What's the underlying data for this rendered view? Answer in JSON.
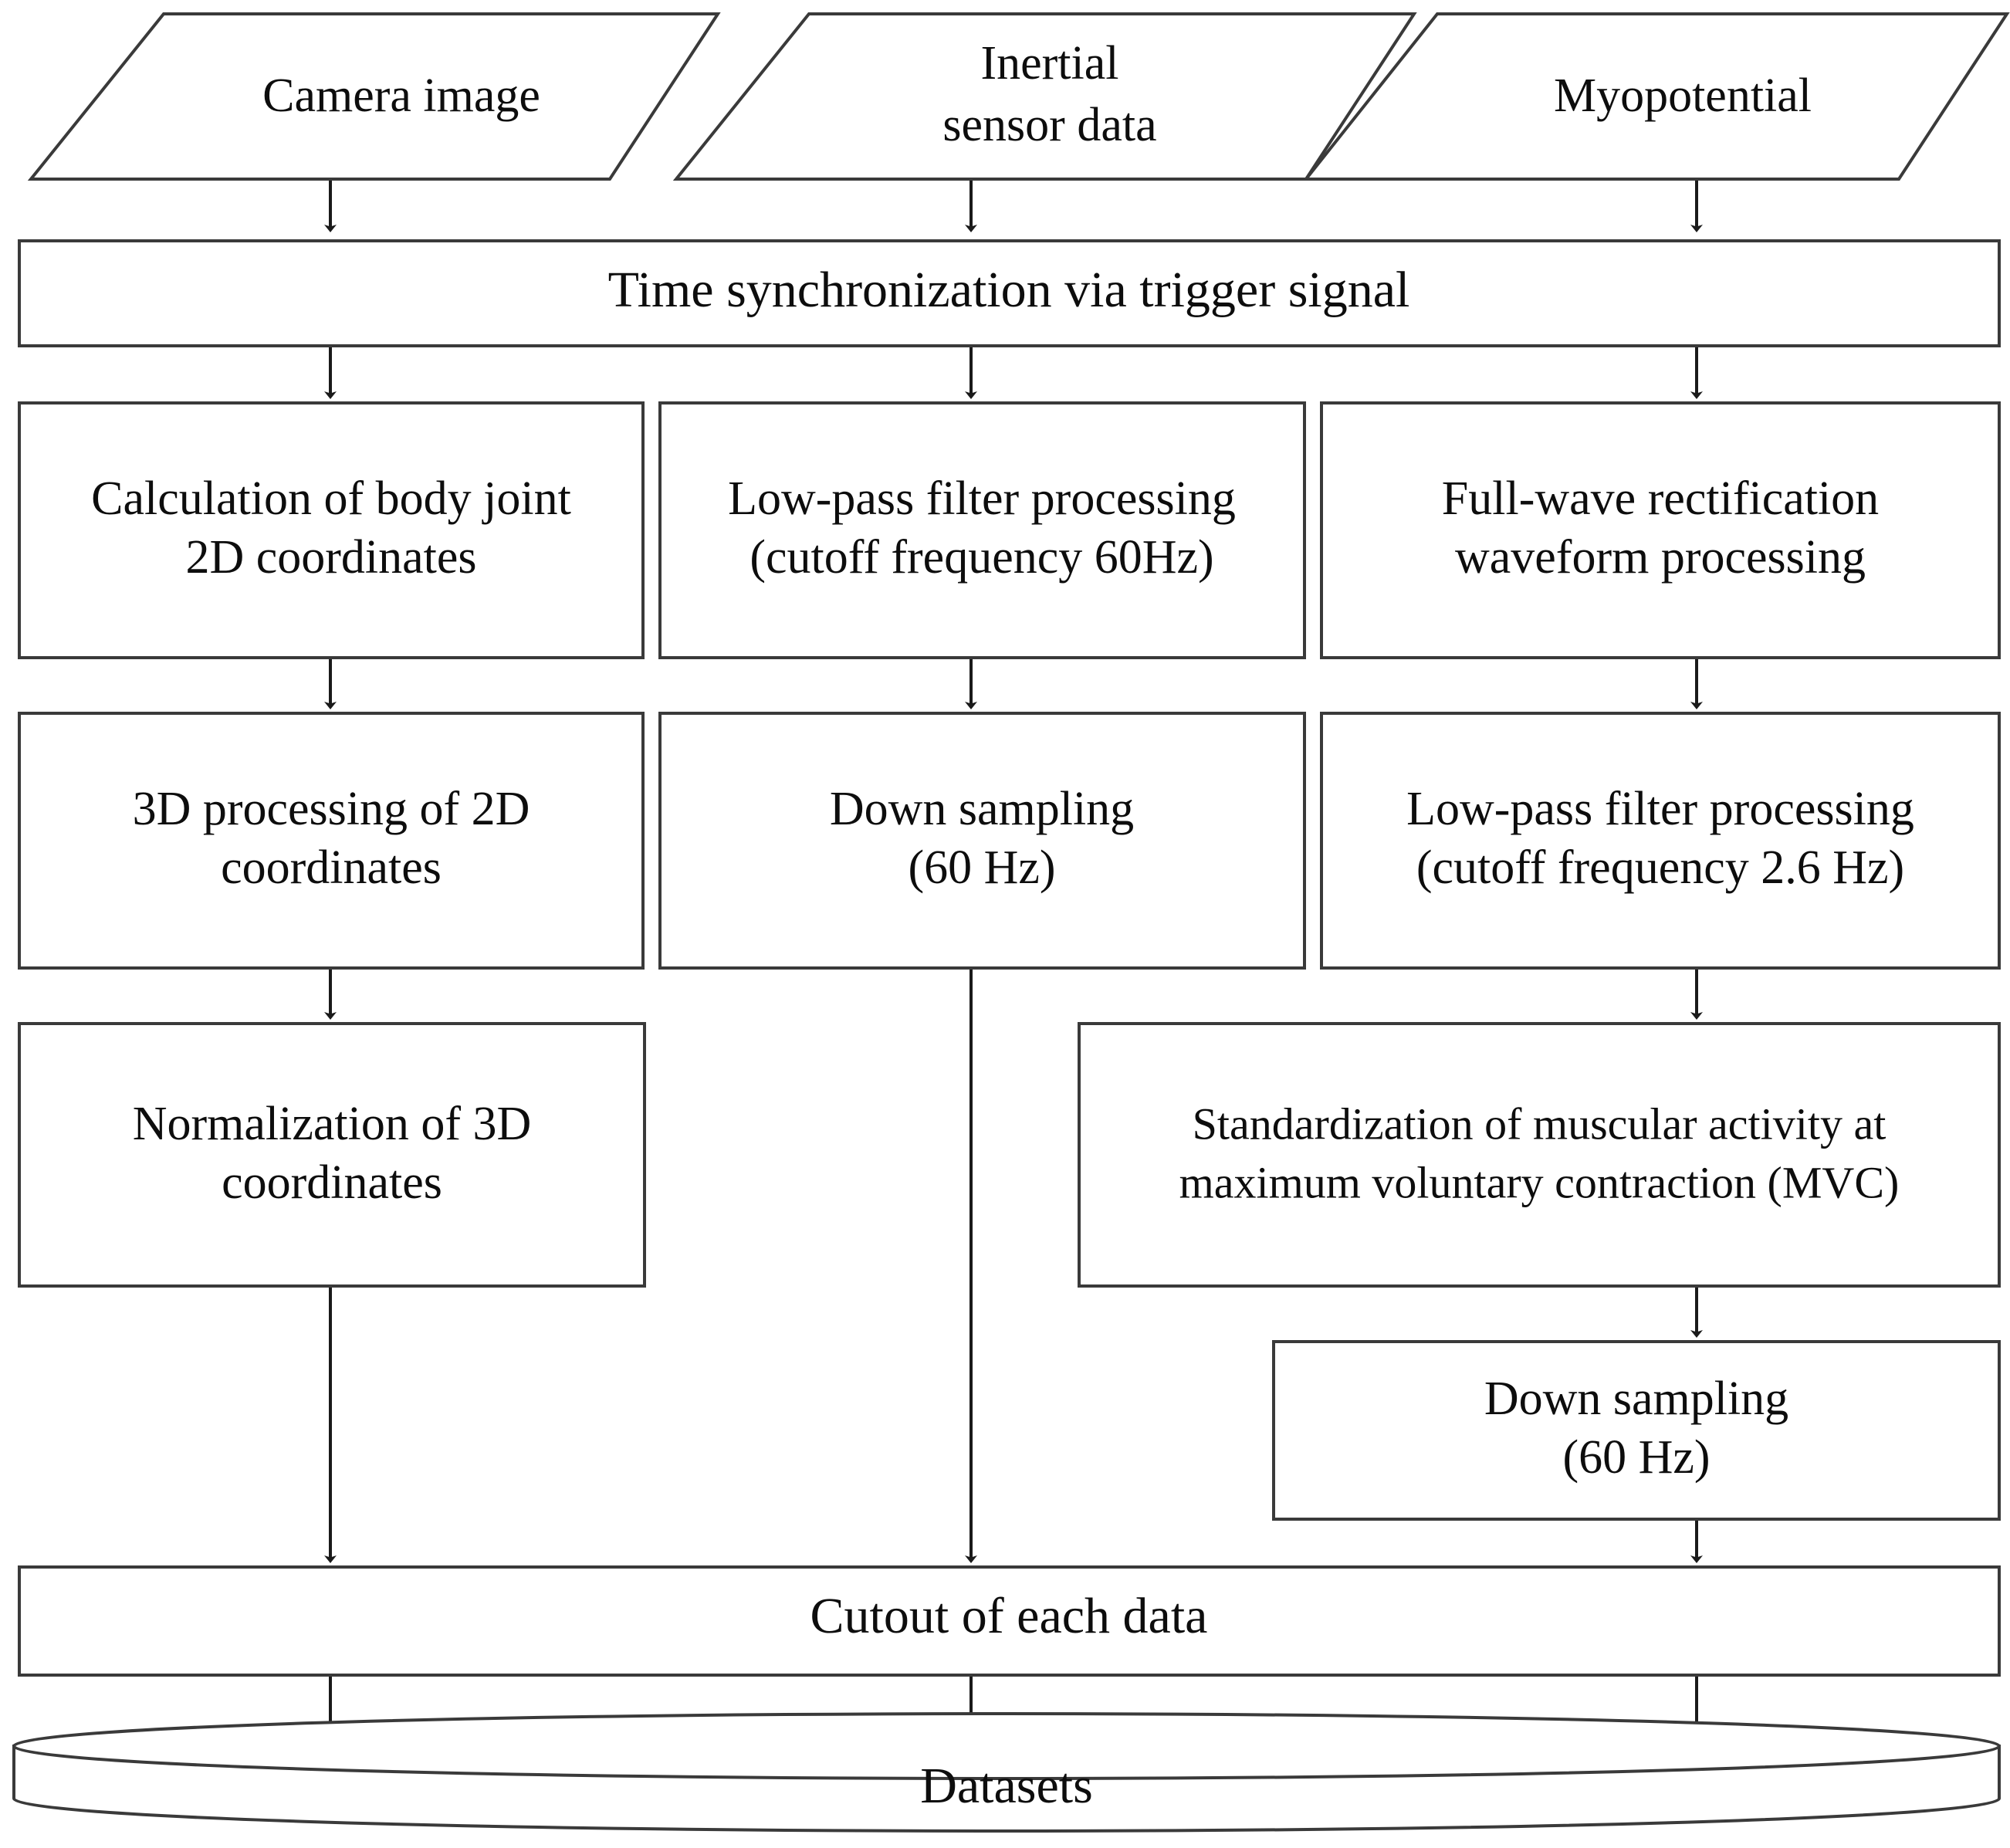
{
  "diagram": {
    "title": "Data acquisition and preprocessing flowchart",
    "colors": {
      "stroke": "#3a3a3a",
      "text": "#0d0d0d",
      "background": "#ffffff",
      "connector": "#1a1a1a"
    },
    "inputs": [
      {
        "id": "camera-image",
        "label": "Camera image",
        "lines": [
          "Camera image"
        ]
      },
      {
        "id": "inertial-sensor-data",
        "label": "Inertial sensor data",
        "lines": [
          "Inertial",
          "sensor data"
        ]
      },
      {
        "id": "myopotential",
        "label": "Myopotential",
        "lines": [
          "Myopotential"
        ]
      }
    ],
    "sync": {
      "id": "time-synchronization",
      "label": "Time synchronization via trigger signal"
    },
    "pipelines": [
      {
        "id": "camera-pipeline",
        "source": "Camera image",
        "steps": [
          {
            "id": "calculation-body-joint-2d",
            "lines": [
              "Calculation of body joint",
              "2D coordinates"
            ]
          },
          {
            "id": "3d-processing-2d",
            "lines": [
              "3D processing of 2D",
              "coordinates"
            ]
          },
          {
            "id": "normalization-3d",
            "lines": [
              "Normalization of 3D",
              "coordinates"
            ]
          }
        ]
      },
      {
        "id": "inertial-pipeline",
        "source": "Inertial sensor data",
        "steps": [
          {
            "id": "low-pass-filter-60hz",
            "lines": [
              "Low-pass filter processing",
              "(cutoff frequency 60Hz)"
            ]
          },
          {
            "id": "down-sampling-60hz-inertial",
            "lines": [
              "Down sampling",
              "(60 Hz)"
            ]
          }
        ]
      },
      {
        "id": "myopotential-pipeline",
        "source": "Myopotential",
        "steps": [
          {
            "id": "full-wave-rectification",
            "lines": [
              "Full-wave rectification",
              "waveform processing"
            ]
          },
          {
            "id": "low-pass-filter-2-6hz",
            "lines": [
              "Low-pass filter processing",
              "(cutoff frequency 2.6 Hz)"
            ]
          },
          {
            "id": "standardization-mvc",
            "lines": [
              "Standardization of muscular activity at",
              "maximum voluntary contraction (MVC)"
            ]
          },
          {
            "id": "down-sampling-60hz-myo",
            "lines": [
              "Down sampling",
              "(60 Hz)"
            ]
          }
        ]
      }
    ],
    "cutout": {
      "id": "cutout-each-data",
      "label": "Cutout of each data"
    },
    "datasets": {
      "id": "datasets",
      "label": "Datasets"
    },
    "text": {
      "camera_image": "Camera image",
      "inertial_line1": "Inertial",
      "inertial_line2": "sensor data",
      "myopotential": "Myopotential",
      "time_sync": "Time synchronization via trigger signal",
      "calc_line1": "Calculation of body joint",
      "calc_line2": "2D coordinates",
      "lpf60_line1": "Low-pass filter processing",
      "lpf60_line2": "(cutoff frequency 60Hz)",
      "fullwave_line1": "Full-wave rectification",
      "fullwave_line2": "waveform processing",
      "proc3d_line1": "3D processing of 2D",
      "proc3d_line2": "coordinates",
      "downsamp1_line1": "Down sampling",
      "downsamp1_line2": "(60 Hz)",
      "lpf26_line1": "Low-pass filter processing",
      "lpf26_line2": "(cutoff frequency 2.6 Hz)",
      "norm3d_line1": "Normalization of 3D",
      "norm3d_line2": "coordinates",
      "mvc_line1": "Standardization of muscular activity at",
      "mvc_line2": "maximum voluntary contraction (MVC)",
      "downsamp2_line1": "Down sampling",
      "downsamp2_line2": "(60 Hz)",
      "cutout": "Cutout of each data",
      "datasets": "Datasets"
    }
  }
}
